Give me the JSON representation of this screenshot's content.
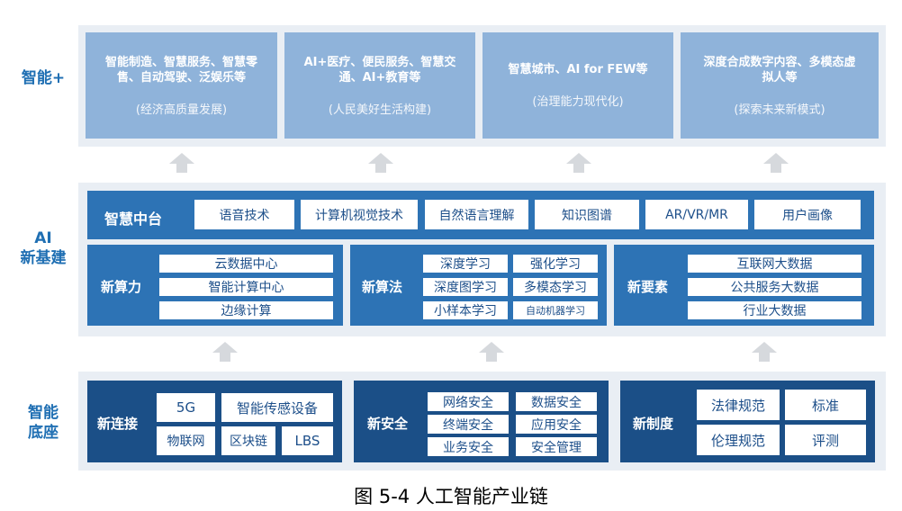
{
  "side_labels": {
    "top": "智能+",
    "mid_1": "AI",
    "mid_2": "新基建",
    "bot_1": "智能",
    "bot_2": "底座"
  },
  "top_boxes": [
    {
      "title": "智能制造、智慧服务、智慧零售、自动驾驶、泛娱乐等",
      "sub": "(经济高质量发展)"
    },
    {
      "title": "AI+医疗、便民服务、智慧交通、AI+教育等",
      "sub": "(人民美好生活构建)"
    },
    {
      "title": "智慧城市、AI for FEW等",
      "sub": "(治理能力现代化)"
    },
    {
      "title": "深度合成数字内容、多模态虚拟人等",
      "sub": "(探索未来新模式)"
    }
  ],
  "middle": {
    "platform_label": "智慧中台",
    "platform_items": [
      "语音技术",
      "计算机视觉技术",
      "自然语言理解",
      "知识图谱",
      "AR/VR/MR",
      "用户画像"
    ],
    "computing": {
      "label": "新算力",
      "items": [
        "云数据中心",
        "智能计算中心",
        "边缘计算"
      ]
    },
    "algorithm": {
      "label": "新算法",
      "items": [
        "深度学习",
        "强化学习",
        "深度图学习",
        "多模态学习",
        "小样本学习",
        "自动机器学习"
      ]
    },
    "elements": {
      "label": "新要素",
      "items": [
        "互联网大数据",
        "公共服务大数据",
        "行业大数据"
      ]
    }
  },
  "bottom": {
    "connect": {
      "label": "新连接",
      "items": [
        "5G",
        "智能传感设备",
        "物联网",
        "区块链",
        "LBS"
      ]
    },
    "security": {
      "label": "新安全",
      "items": [
        "网络安全",
        "数据安全",
        "终端安全",
        "应用安全",
        "业务安全",
        "安全管理"
      ]
    },
    "system": {
      "label": "新制度",
      "items": [
        "法律规范",
        "标准",
        "伦理规范",
        "评测"
      ]
    }
  },
  "caption": "图 5-4 人工智能产业链",
  "colors": {
    "band": "#e9eef4",
    "top_box": "#8fb3da",
    "blue": "#2d73b5",
    "dark": "#1b4f87",
    "label": "#1f6fb3"
  }
}
